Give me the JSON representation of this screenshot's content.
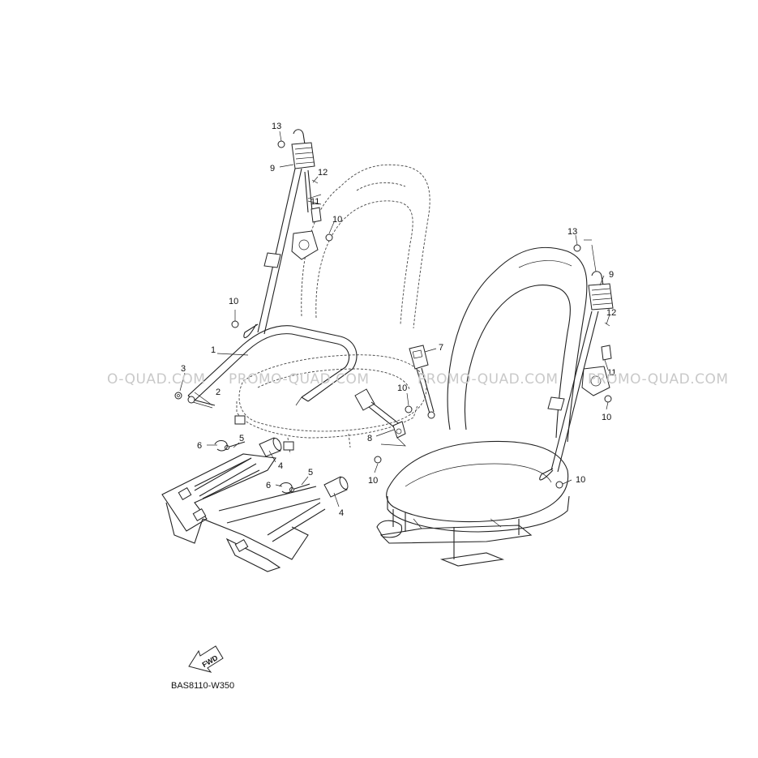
{
  "watermarks": [
    "O-QUAD.COM",
    "PROMO-QUAD.COM",
    "PROMO-QUAD.COM",
    "PROMO-QUAD.COM"
  ],
  "diagram_code": "BAS8110-W350",
  "fwd_label": "FWD",
  "callouts": {
    "c1": "1",
    "c2": "2",
    "c3": "3",
    "c4a": "4",
    "c4b": "4",
    "c5a": "5",
    "c5b": "5",
    "c6a": "6",
    "c6b": "6",
    "c7": "7",
    "c8": "8",
    "c9a": "9",
    "c9b": "9",
    "c10a": "10",
    "c10b": "10",
    "c10c": "10",
    "c10d": "10",
    "c10e": "10",
    "c10f": "10",
    "c11a": "11",
    "c11b": "11",
    "c12a": "12",
    "c12b": "12",
    "c13a": "13",
    "c13b": "13"
  }
}
